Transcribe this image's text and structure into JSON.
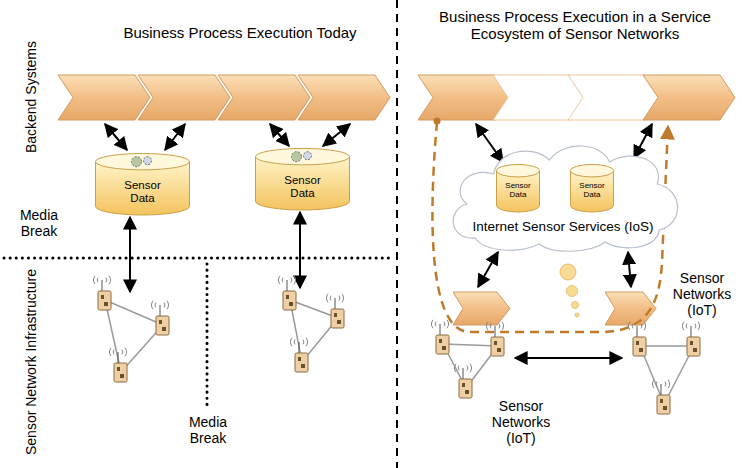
{
  "diagram": {
    "nodes": [
      {
        "text": [
          "Sensor Data"
        ]
      },
      {
        "text": [
          "Sensor Data"
        ]
      },
      {
        "text": [
          "Internet Sensor Services (IoS)"
        ]
      },
      {
        "text": [
          "Sensor Data"
        ],
        "in": 2
      },
      {
        "text": [
          "Sensor Data"
        ],
        "in": 2
      }
    ],
    "edges": [
      {
        "from": 3,
        "to": 4,
        "arrow": "none"
      }
    ],
    "labels": [
      "Business Process Execution Today",
      "Business Process Execution in a Service Ecosystem of Sensor Networks",
      "Backend Systems",
      "Media Break",
      "Sensor Network Infrastructure",
      "Media Break",
      "Sensor Networks (IoT)",
      "Sensor Networks (IoT)"
    ]
  }
}
